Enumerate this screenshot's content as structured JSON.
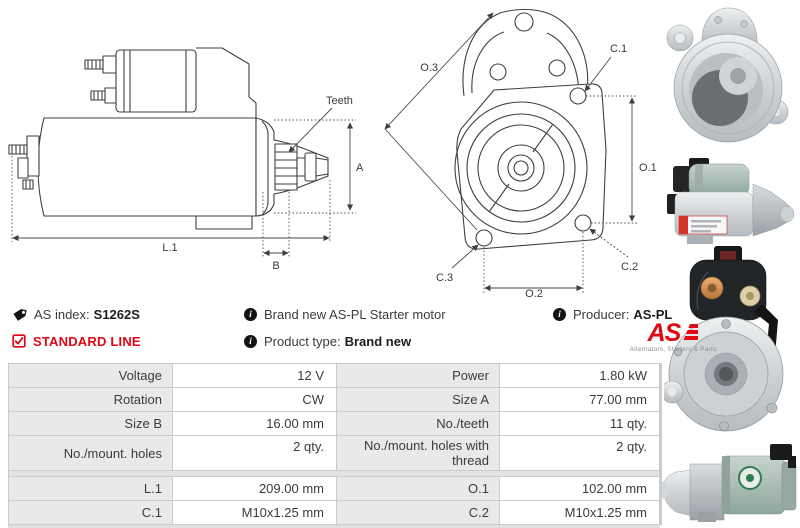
{
  "header": {
    "as_index_label": "AS index:",
    "as_index_value": "S1262S",
    "standard_line": "STANDARD LINE",
    "brand_new_text": "Brand new AS-PL Starter motor",
    "product_type_label": "Product type:",
    "product_type_value": "Brand new",
    "producer_label": "Producer:",
    "producer_value": "AS-PL",
    "logo_text": "AS",
    "logo_tagline": "Alternators, Starters & Parts"
  },
  "icons": {
    "info_glyph": "i"
  },
  "diagram": {
    "labels": {
      "teeth": "Teeth",
      "a": "A",
      "b": "B",
      "l1": "L.1",
      "o1": "O.1",
      "o2": "O.2",
      "o3": "O.3",
      "c1": "C.1",
      "c2": "C.2",
      "c3": "C.3"
    }
  },
  "specs": {
    "rows": [
      {
        "left_label": "Voltage",
        "left_value": "12 V",
        "right_label": "Power",
        "right_value": "1.80 kW"
      },
      {
        "left_label": "Rotation",
        "left_value": "CW",
        "right_label": "Size A",
        "right_value": "77.00 mm"
      },
      {
        "left_label": "Size B",
        "left_value": "16.00 mm",
        "right_label": "No./teeth",
        "right_value": "11 qty."
      },
      {
        "left_label": "No./mount. holes",
        "left_value": "2 qty.",
        "right_label": "No./mount. holes with thread",
        "right_value": "2 qty."
      },
      {
        "left_label": "L.1",
        "left_value": "209.00 mm",
        "right_label": "O.1",
        "right_value": "102.00 mm"
      },
      {
        "left_label": "C.1",
        "left_value": "M10x1.25 mm",
        "right_label": "C.2",
        "right_value": "M10x1.25 mm"
      }
    ]
  },
  "colors": {
    "accent_red": "#e30613",
    "table_label_bg": "#e9e9e9",
    "table_border": "#cbcbcb",
    "drawing_line": "#3f3f3f"
  }
}
